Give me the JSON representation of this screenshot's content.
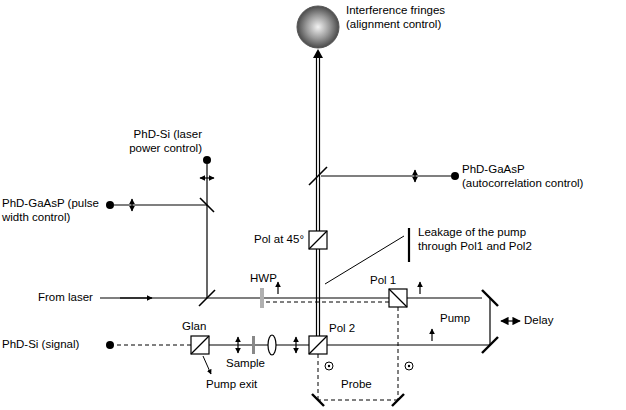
{
  "diagram": {
    "labels": [
      "Interference fringes (alignment control)",
      "PhD-Si (laser power control)",
      "PhD-GaAsP (autocorrelation control)",
      "PhD-GaAsP (pulse width control)",
      "Pol at 45°",
      "Leakage of the pump through Pol1 and Pol2",
      "From laser",
      "HWP",
      "Pol 1",
      "Pump",
      "Delay",
      "Glan",
      "Pol 2",
      "PhD-Si (signal)",
      "Sample",
      "Probe",
      "Pump exit"
    ]
  }
}
